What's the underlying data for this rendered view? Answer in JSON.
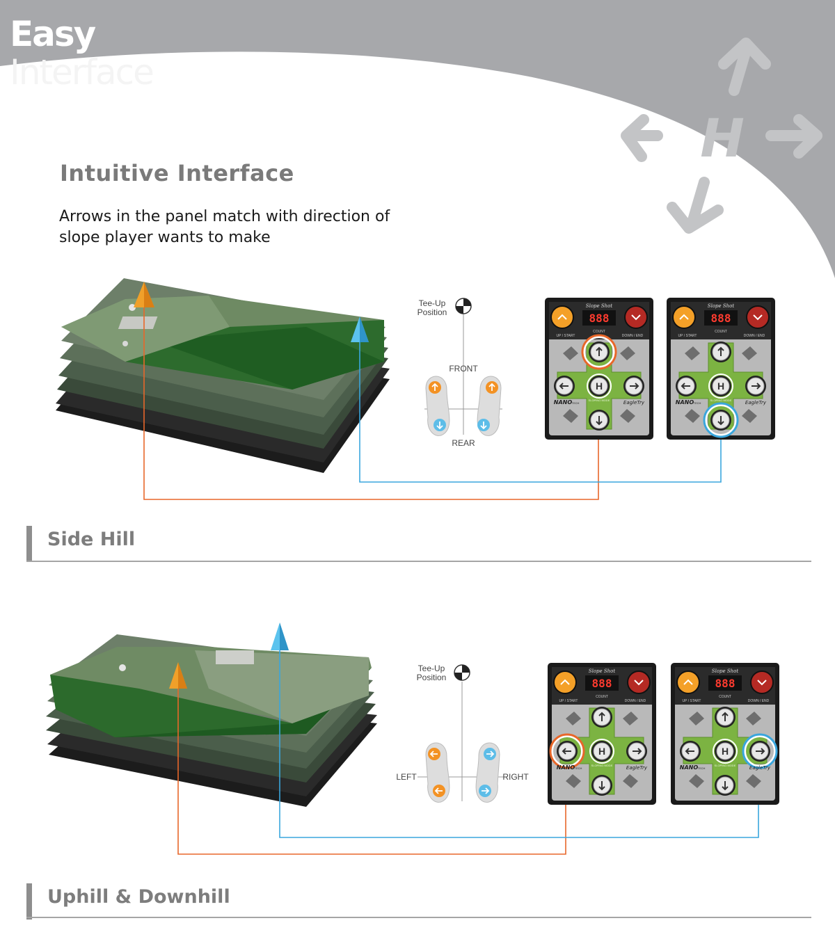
{
  "header": {
    "title_line1": "Easy",
    "title_line2": "Interface",
    "bg_color": "#a7a8ab",
    "deco_letter": "H"
  },
  "intro": {
    "heading": "Intuitive Interface",
    "description": "Arrows in the panel match with direction of slope player wants to make"
  },
  "colors": {
    "orange": "#e8672a",
    "blue": "#3aa6dd",
    "green": "#7cb342",
    "red": "#c62828"
  },
  "sections": [
    {
      "title": "Side Hill",
      "tee_label_1": "Tee-Up",
      "tee_label_2": "Position",
      "axis_top": "FRONT",
      "axis_bottom": "REAR",
      "panel_highlights": [
        "up-arrow",
        "down-arrow"
      ]
    },
    {
      "title": "Uphill & Downhill",
      "tee_label_1": "Tee-Up",
      "tee_label_2": "Position",
      "axis_left": "LEFT",
      "axis_right": "RIGHT",
      "panel_highlights": [
        "left-arrow",
        "right-arrow"
      ]
    }
  ],
  "panel": {
    "brand": "Slope Shot",
    "display": "888",
    "count_label": "COUNT",
    "left_label": "UP / START",
    "right_label": "DOWN / END",
    "bottom_left_brand": "NANO",
    "bottom_left_sub": "TECH",
    "bottom_right_brand": "EagleTry",
    "center_label": "H",
    "center_sub": "SLOPING MODE"
  }
}
